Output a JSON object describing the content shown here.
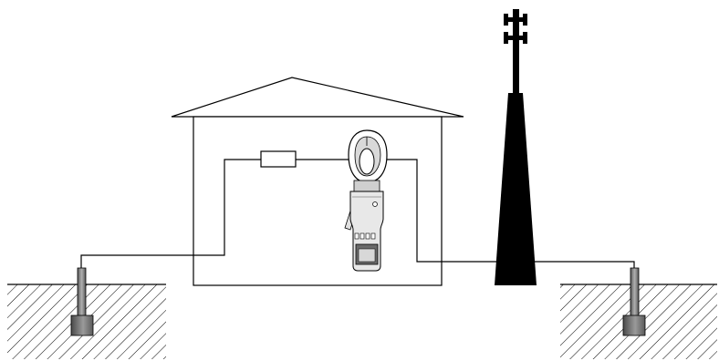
{
  "colors": {
    "line": "#000000",
    "background": "#ffffff",
    "tower": "#000000",
    "rod": "#8a8a8a",
    "electrode": "#6f6f6f",
    "meter_body": "#e8e8e8",
    "meter_display": "#6a6a6a"
  },
  "icons": {
    "building": "house-outline",
    "tower": "telecom-tower",
    "meter": "clamp-earth-tester",
    "resistor": "resistor-box",
    "ground": "hatched-soil",
    "electrode": "ground-rod"
  }
}
